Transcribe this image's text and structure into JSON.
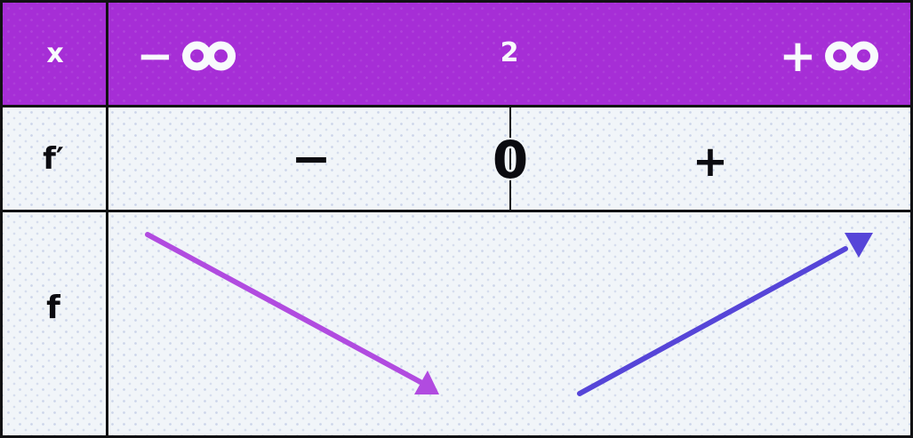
{
  "table": {
    "kind": "function-variation-table",
    "header": {
      "variable": "x",
      "values": [
        {
          "sign": "−",
          "symbol": "infinity",
          "icon": "infinity-icon"
        },
        {
          "text": "2"
        },
        {
          "sign": "+",
          "symbol": "infinity",
          "icon": "infinity-icon"
        }
      ]
    },
    "derivative_row": {
      "label": "f′",
      "signs": [
        "−",
        "0",
        "+"
      ],
      "zero_at": "2"
    },
    "function_row": {
      "label": "f",
      "variations": [
        {
          "interval": [
            "−∞",
            "2"
          ],
          "direction": "decreasing",
          "icon": "decreasing-arrow-icon"
        },
        {
          "interval": [
            "2",
            "+∞"
          ],
          "direction": "increasing",
          "icon": "increasing-arrow-icon"
        }
      ]
    }
  },
  "colors": {
    "header_background": "#a62ed6",
    "header_text": "#f8fafc",
    "body_background": "#f1f5f9",
    "border": "#111113",
    "text": "#0b0b10",
    "decreasing_arrow": "#b14be0",
    "increasing_arrow": "#5645d8"
  }
}
